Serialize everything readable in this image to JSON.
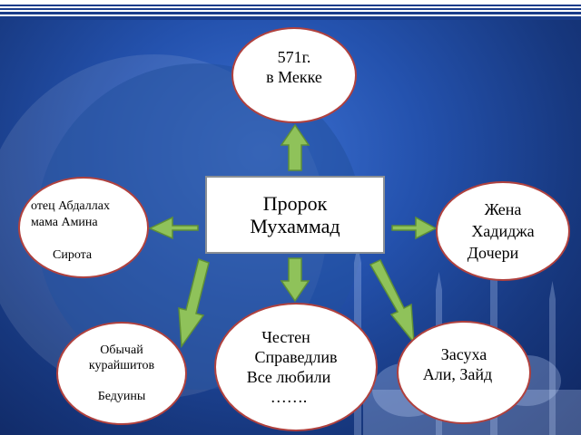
{
  "center": {
    "line1": "Пророк",
    "line2": "Мухаммад"
  },
  "top_bubble": {
    "line1": "571г.",
    "line2": "в Мекке"
  },
  "left_bubble": {
    "line1": "отец Абдаллах",
    "line2": "мама Амина",
    "line3": "Сирота"
  },
  "right_bubble": {
    "line1": "Жена",
    "line2": "Хадиджа",
    "line3": "Дочери"
  },
  "bottom_center_bubble": {
    "line1": "Честен",
    "line2": "Справедлив",
    "line3": "Все любили",
    "line4": "……."
  },
  "bottom_left_bubble": {
    "line1": "Обычай",
    "line2": "курайшитов",
    "line3": "Бедуины"
  },
  "bottom_right_bubble": {
    "line1": "Засуха",
    "line2": "Али, Зайд"
  },
  "colors": {
    "arrow_fill": "#8fc25a",
    "arrow_stroke": "#5f8f36",
    "bubble_border": "#b0413e",
    "background": "#2452ae"
  }
}
